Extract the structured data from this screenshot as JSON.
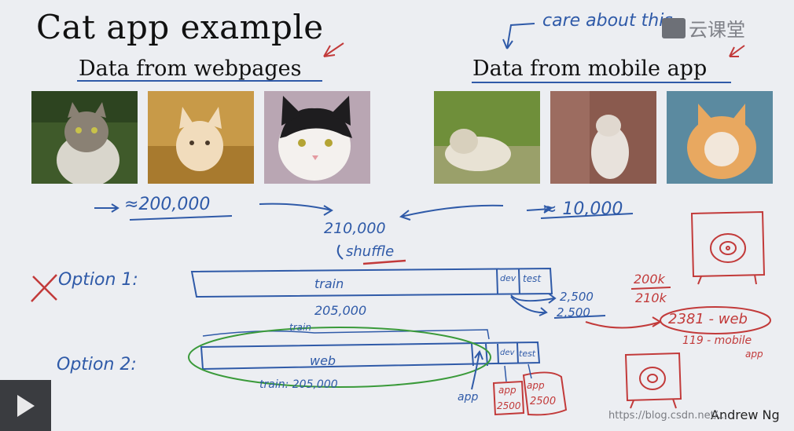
{
  "slide": {
    "title": "Cat app example",
    "web_heading": "Data from webpages",
    "mobile_heading": "Data from mobile app",
    "care_note": "care about this",
    "web_count": "≈200,000",
    "mobile_count": "≈ 10,000",
    "total": "210,000",
    "shuffle": "shuffle",
    "option1": {
      "label": "Option 1:",
      "train": "train",
      "dev": "dev",
      "test": "test",
      "train_size": "205,000",
      "dev_size": "2,500",
      "test_size": "2,500"
    },
    "option2": {
      "label": "Option 2:",
      "train_note": "train",
      "web": "web",
      "app_label": "app",
      "dev": "dev",
      "test": "test",
      "train_size": "train: 205,000",
      "app_dev": "app",
      "app_test": "app",
      "dev_size": "2500",
      "test_size": "2500"
    },
    "ratio": {
      "num": "200k",
      "den": "210k"
    },
    "dev_mix": {
      "web": "2381 - web",
      "mobile": "119 - mobile",
      "app": "app"
    },
    "author": "Andrew Ng"
  },
  "overlay": {
    "logo_text": "云课堂",
    "watermark": "https://blog.csdn.net/..."
  },
  "colors": {
    "background": "#eceef2",
    "ink_blue": "#2f5aa8",
    "ink_red": "#c23a3a",
    "ink_green": "#3a9a3a"
  }
}
